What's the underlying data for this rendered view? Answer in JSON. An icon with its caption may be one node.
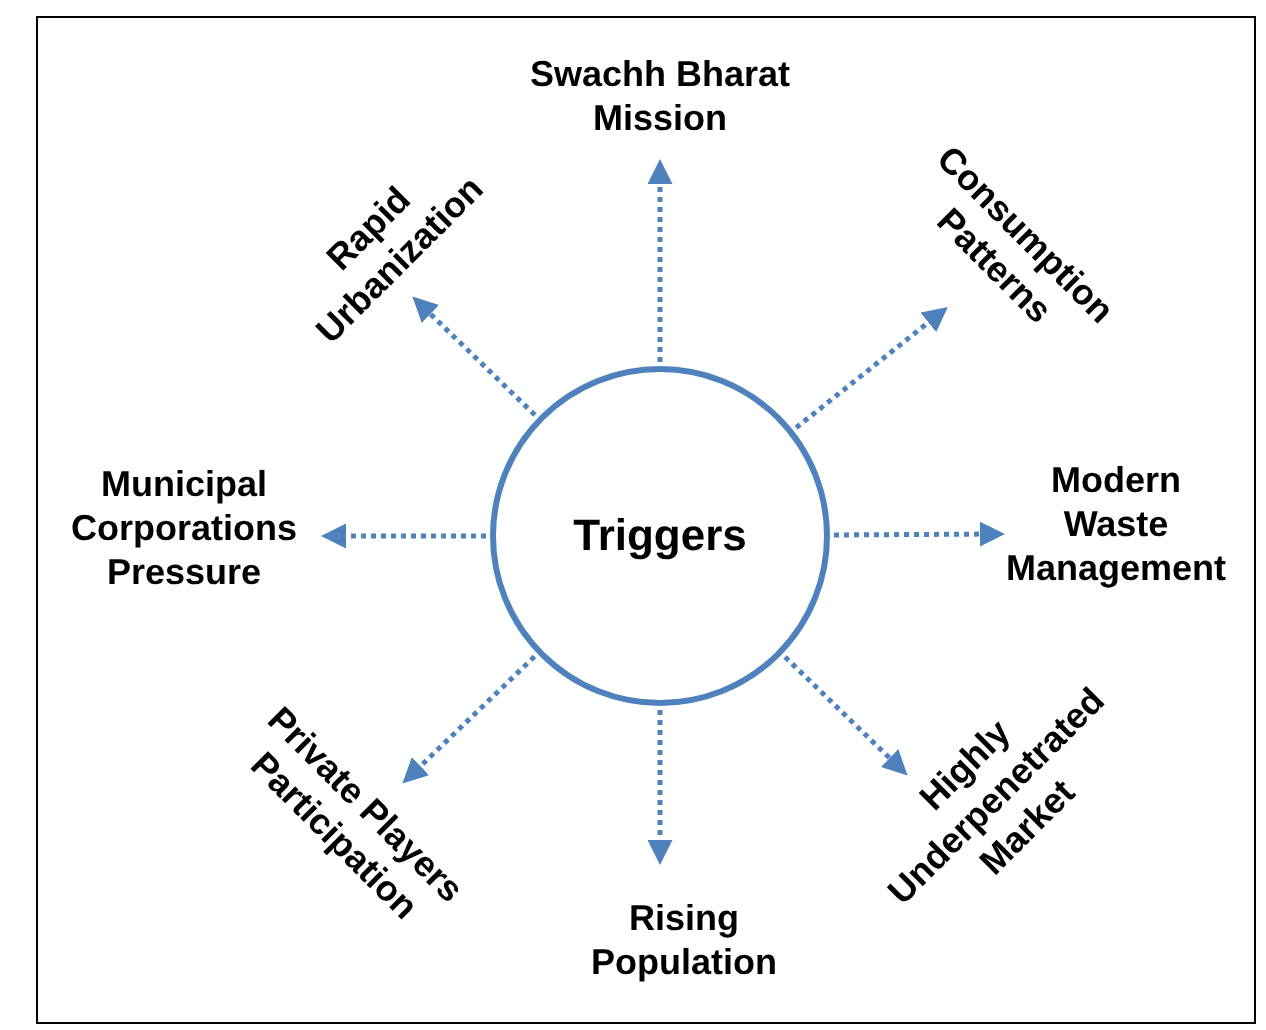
{
  "diagram": {
    "nodes": [
      {
        "text": [
          "Swachh Bharat Mission"
        ]
      },
      {
        "text": [
          "Rapid Urbanization"
        ]
      },
      {
        "text": [
          "Consumption Patterns"
        ]
      },
      {
        "text": [
          "Municipal Corporations Pressure"
        ]
      },
      {
        "text": [
          "Triggers"
        ]
      },
      {
        "text": [
          "Modern Waste Management"
        ]
      },
      {
        "text": [
          "Private Players Participation"
        ]
      },
      {
        "text": [
          "Highly Underpenetrated Market"
        ]
      },
      {
        "text": [
          "Rising Population"
        ]
      }
    ],
    "edges": [
      {
        "from": 4,
        "to": 0,
        "arrow": "to"
      },
      {
        "from": 4,
        "to": 2,
        "arrow": "to"
      },
      {
        "from": 4,
        "to": 5,
        "arrow": "to"
      },
      {
        "from": 4,
        "to": 7,
        "arrow": "to"
      },
      {
        "from": 4,
        "to": 8,
        "arrow": "to"
      },
      {
        "from": 4,
        "to": 6,
        "arrow": "to"
      },
      {
        "from": 4,
        "to": 3,
        "arrow": "to"
      },
      {
        "from": 4,
        "to": 1,
        "arrow": "to"
      }
    ]
  }
}
